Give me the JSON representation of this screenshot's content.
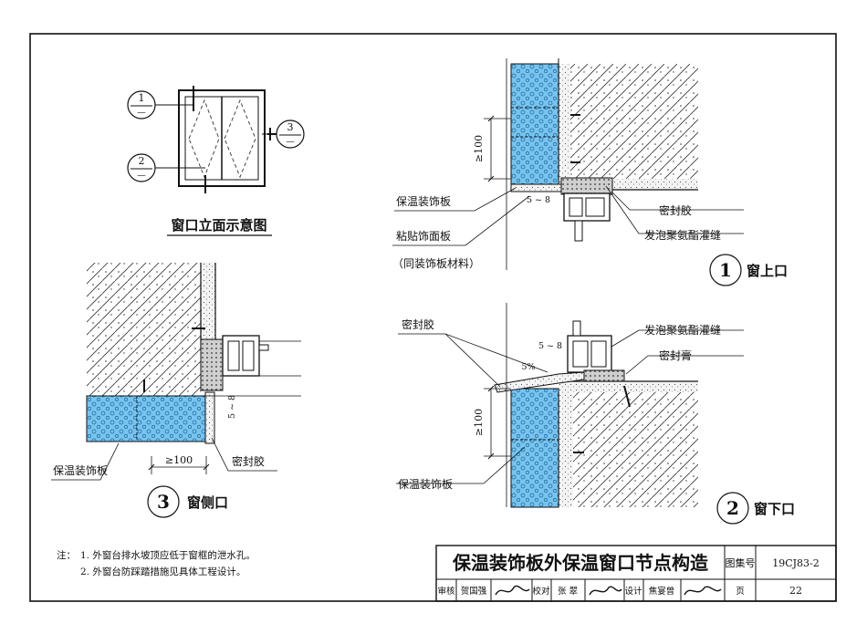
{
  "elevation": {
    "title": "窗口立面示意图",
    "callouts": [
      {
        "num": "1",
        "sub": "—"
      },
      {
        "num": "2",
        "sub": "—"
      },
      {
        "num": "3",
        "sub": "—"
      }
    ]
  },
  "detail1": {
    "num": "1",
    "caption": "窗上口",
    "dim_100": "≥100",
    "dim_gap": "5 ~ 8",
    "labels": {
      "insulation_board": "保温装饰板",
      "sealant": "密封胶",
      "foam": "发泡聚氨酯灌缝",
      "glued_board": "粘贴饰面板",
      "glued_board_note": "（同装饰板材料）"
    }
  },
  "detail2": {
    "num": "2",
    "caption": "窗下口",
    "dim_100": "≥100",
    "dim_gap": "5 ~ 8",
    "slope": "5%",
    "labels": {
      "sealant_glue": "密封胶",
      "foam": "发泡聚氨酯灌缝",
      "sealant_paste": "密封膏",
      "insulation_board": "保温装饰板"
    }
  },
  "detail3": {
    "num": "3",
    "caption": "窗侧口",
    "dim_100": "≥100",
    "dim_gap": "5 ~ 8",
    "labels": {
      "insulation_board": "保温装饰板",
      "sealant": "密封胶"
    }
  },
  "notes": {
    "prefix": "注：",
    "line1": "1. 外窗台排水坡顶应低于窗框的泄水孔。",
    "line2": "2. 外窗台防踩踏措施见具体工程设计。"
  },
  "title_block": {
    "title": "保温装饰板外保温窗口节点构造",
    "atlas_label": "图集号",
    "atlas_no": "19CJ83-2",
    "review_label": "审核",
    "reviewer": "贺国强",
    "check_label": "校对",
    "checker": "张 翠",
    "design_label": "设计",
    "designer": "焦宴曾",
    "page_label": "页",
    "page_no": "22"
  }
}
